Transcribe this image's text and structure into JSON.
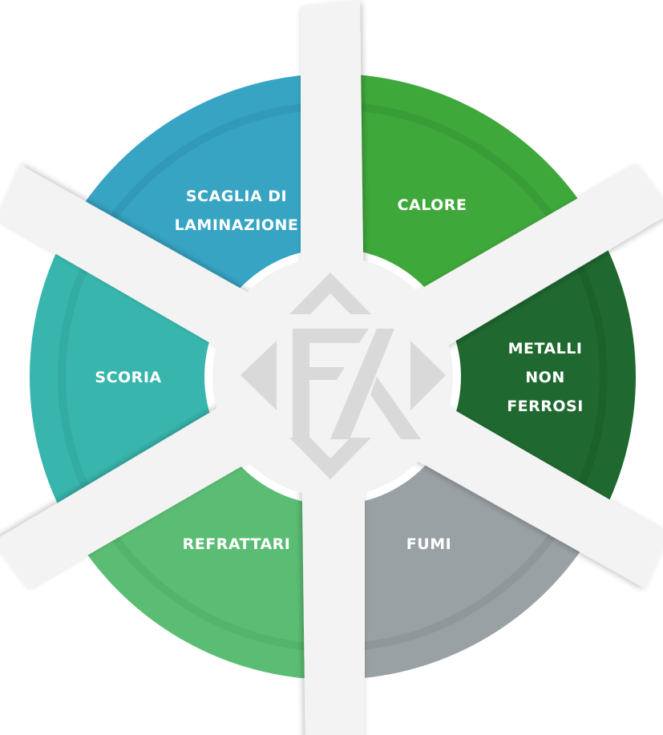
{
  "diagram": {
    "segments": [
      {
        "id": "calore",
        "lines": [
          "CALORE"
        ],
        "color": "#3fa83b",
        "dark": "#2e8a31"
      },
      {
        "id": "metalli",
        "lines": [
          "METALLI",
          "NON",
          "FERROSI"
        ],
        "color": "#1f6930",
        "dark": "#15521f"
      },
      {
        "id": "fumi",
        "lines": [
          "FUMI"
        ],
        "color": "#9aa1a4",
        "dark": "#7e8588"
      },
      {
        "id": "refrattari",
        "lines": [
          "REFRATTARI"
        ],
        "color": "#5bbd73",
        "dark": "#45a35c"
      },
      {
        "id": "scoria",
        "lines": [
          "SCORIA"
        ],
        "color": "#38b6ad",
        "dark": "#2a9b93"
      },
      {
        "id": "scaglia",
        "lines": [
          "SCAGLIA DI",
          "LAMINAZIONE"
        ],
        "color": "#37a4c4",
        "dark": "#2a87a6"
      }
    ],
    "logo": {
      "name": "fa-monogram-logo",
      "color": "#d9d9d9"
    },
    "spoke_color": "#f3f3f3"
  }
}
